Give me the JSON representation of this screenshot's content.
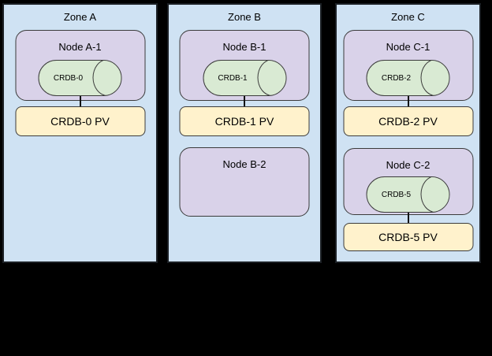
{
  "colors": {
    "background": "#000000",
    "zone_fill": "#cfe2f3",
    "zone_border": "#1b1f24",
    "node_fill": "#d9d2e9",
    "pod_fill": "#d9ead3",
    "pv_fill": "#fff2cc",
    "shape_border": "#3b3b3b",
    "connector": "#101010",
    "text": "#000000"
  },
  "zones": [
    {
      "label": "Zone A",
      "nodes": [
        {
          "label": "Node A-1",
          "pod": "CRDB-0",
          "pv": "CRDB-0 PV"
        }
      ]
    },
    {
      "label": "Zone B",
      "nodes": [
        {
          "label": "Node B-1",
          "pod": "CRDB-1",
          "pv": "CRDB-1 PV"
        },
        {
          "label": "Node B-2"
        }
      ]
    },
    {
      "label": "Zone C",
      "nodes": [
        {
          "label": "Node C-1",
          "pod": "CRDB-2",
          "pv": "CRDB-2 PV"
        },
        {
          "label": "Node C-2",
          "pod": "CRDB-5",
          "pv": "CRDB-5 PV"
        }
      ]
    }
  ]
}
